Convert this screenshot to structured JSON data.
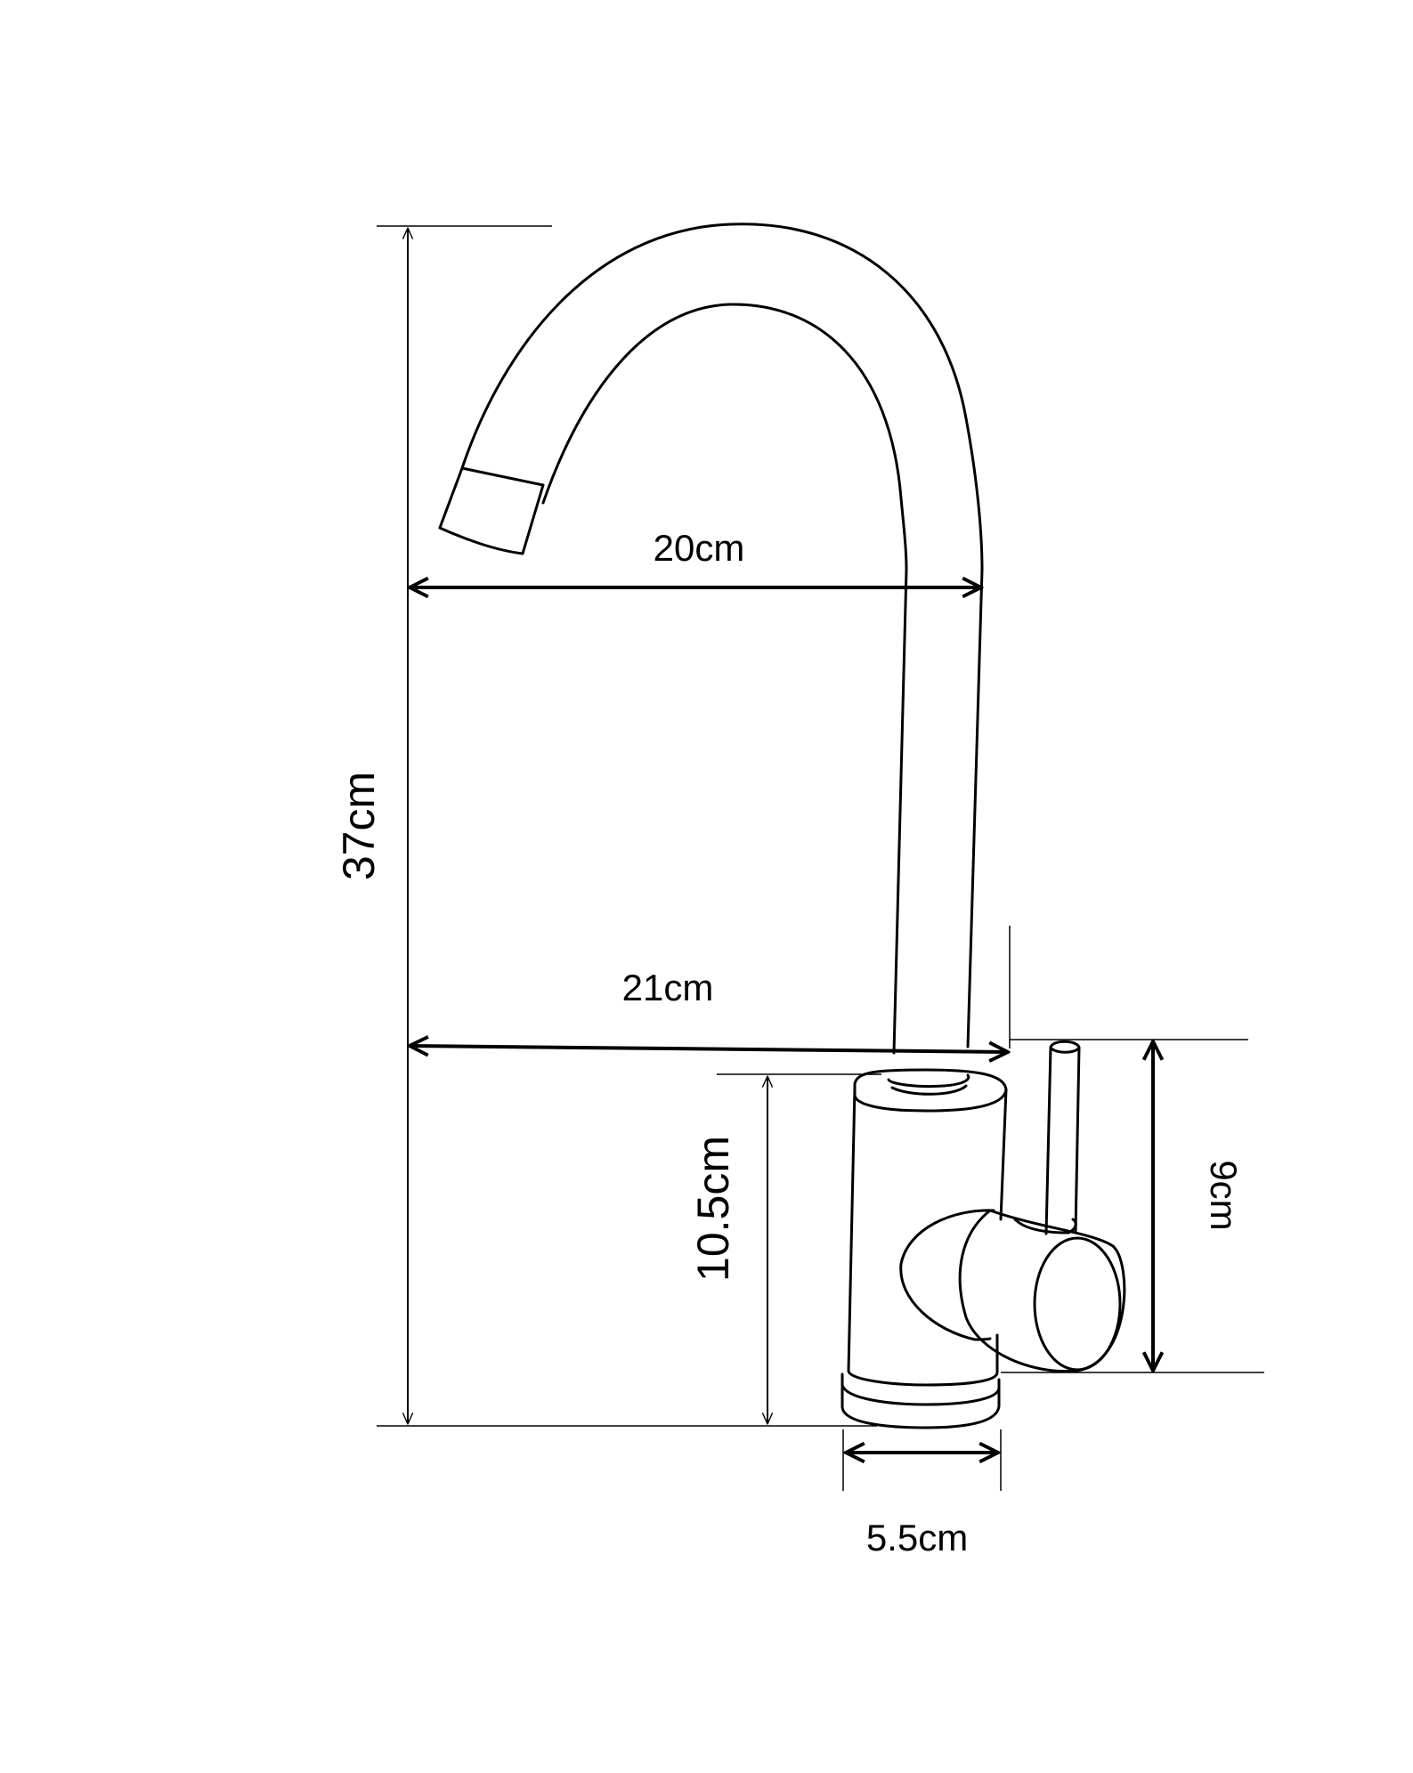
{
  "diagram": {
    "dimensions": {
      "total_height": "37cm",
      "spout_reach": "20cm",
      "total_depth": "21cm",
      "body_height": "10.5cm",
      "base_diameter": "5.5cm",
      "handle_height": "9cm"
    },
    "colors": {
      "line": "#000000",
      "background": "#ffffff"
    }
  }
}
